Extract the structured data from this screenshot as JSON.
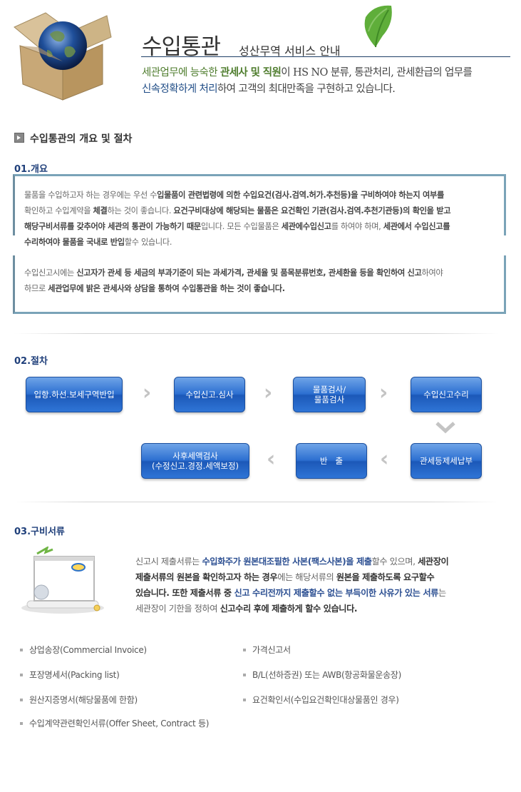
{
  "header": {
    "title": "수입통관",
    "subtitle": "성산무역 서비스 안내"
  },
  "intro": {
    "part1": "세관업무에 능숙한 ",
    "part2": "관세사 및 직원",
    "part3": "이 HS NO 분류, 통관처리, 관세환급의 업무를",
    "part4": "신속정확하게 처리",
    "part5": "하여 고객의 최대만족을 구현하고 있습니다."
  },
  "section": {
    "title": "수입통관의 개요 및 절차"
  },
  "overview": {
    "heading": "01.개요",
    "p1_a": "물품을 수입하고자 하는 경우에는 우선 수",
    "p1_b": "입물품이 관련법령에 의한 수입요건(검사.검역.허가.추천등)을 구비하여야 하는지 여부를",
    "p1_c": "확인하고 수입계약을 ",
    "p1_d": "체결",
    "p1_e": "하는 것이 좋습니다. ",
    "p1_f": "요건구비대상에 해당되는 물품은 요건확인 기관(검사.검역.추천기관등)의 확인을 받고",
    "p1_g": "해당구비서류를 갖추어야 세관의 통관이 가능하기 때문",
    "p1_h": "입니다. 모든 수입물품은 ",
    "p1_i": "세관에수입신고",
    "p1_j": "를 하여야 하며, ",
    "p1_k": "세관에서 수입신고를",
    "p1_l": "수리하여야 물품을 국내로 반입",
    "p1_m": "할수 있습니다.",
    "p2_a": "수입신고시에는 ",
    "p2_b": "신고자가 관세 등 세금의 부과기준이 되는 과세가격, 관세율 및 품목분류번호, 관세환율 등을 확인하여 신고",
    "p2_c": "하여야",
    "p2_d": "하므로 ",
    "p2_e": "세관업무에 밝은 관세사와 상담을 통하여 수입통관을 하는 것이 좋습니다."
  },
  "procedure": {
    "heading": "02.절차",
    "steps": [
      "입항.하선.보세구역반입",
      "수입신고.심사",
      "물품검사/",
      "물품검사",
      "수입신고수리",
      "관세등제세납부",
      "반   출",
      "사후세액검사",
      "(수정신고.경정.세액보정)"
    ],
    "arrow_right": "›",
    "arrow_left": "‹",
    "arrow_down": "⌄"
  },
  "documents": {
    "heading": "03.구비서류",
    "t1": "신고시 제출서류는 ",
    "t2": "수입화주가 원본대조필한 사본(팩스사본)을 제출",
    "t3": "할수 있으며, ",
    "t4": "세관장이",
    "t5": "제출서류의 원본을 확인하고자 하는 경우",
    "t6": "에는 해당서류의 ",
    "t7": "원본을 제출하도록 요구할수",
    "t8": "있습니다. 또한 제출서류 중 ",
    "t9": "신고 수리전까지 제출할수 없는 부득이한 사유가 있는 서류",
    "t10": "는",
    "t11": "세관장이 기한을 정하여 ",
    "t12": "신고수리 후에 제출하게 할수 있습니다.",
    "items": [
      "상업송장(Commercial Invoice)",
      "가격신고서",
      "포장명세서(Packing list)",
      "B/L(선하증권) 또는 AWB(항공화물운송장)",
      "원산지증명서(해당물품에 한함)",
      "요건확인서(수입요건확인대상물품인 경우)",
      "수입계약관련확인서류(Offer Sheet, Contract 등)"
    ]
  },
  "colors": {
    "accent_blue": "#2c6fd1",
    "heading_blue": "#1f3f7a",
    "intro_green": "#4f7d2e",
    "card_border": "#7aa3b8"
  }
}
